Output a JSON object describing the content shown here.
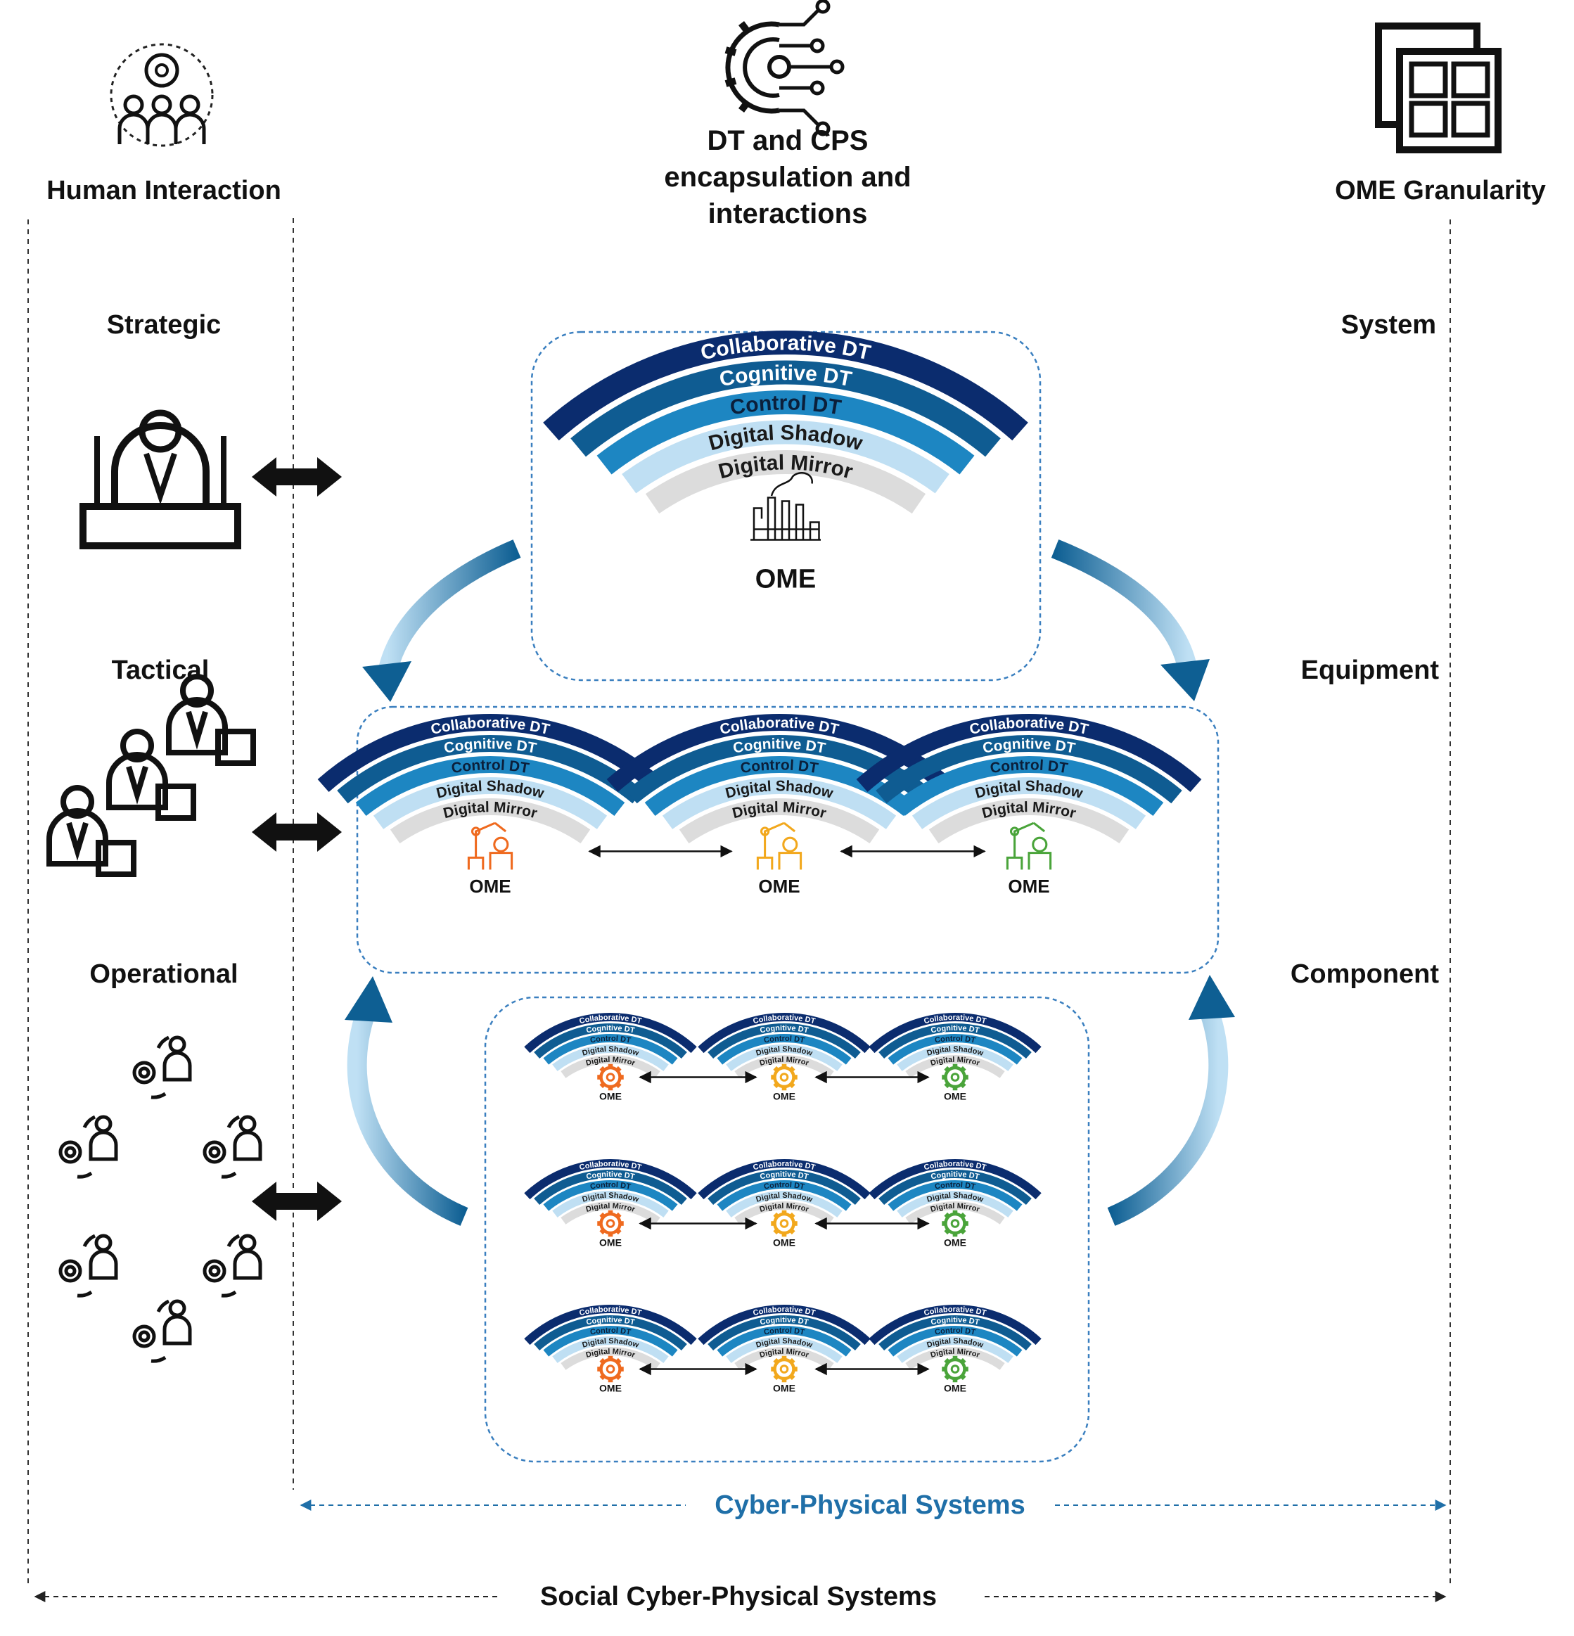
{
  "header": {
    "human_interaction": "Human Interaction",
    "dt_cps": [
      "DT and CPS",
      "encapsulation and",
      "interactions"
    ],
    "ome_granularity": "OME Granularity"
  },
  "levels_left": {
    "strategic": "Strategic",
    "tactical": "Tactical",
    "operational": "Operational"
  },
  "levels_right": {
    "system": "System",
    "equipment": "Equipment",
    "component": "Component"
  },
  "dt_layers": [
    "Collaborative DT",
    "Cognitive DT",
    "Control DT",
    "Digital Shadow",
    "Digital Mirror"
  ],
  "ome_label": "OME",
  "footer": {
    "cps": "Cyber-Physical Systems",
    "scps": "Social Cyber-Physical Systems"
  },
  "colors": {
    "collaborative": "#0b2c6e",
    "cognitive": "#0f5c92",
    "control": "#1d86c2",
    "shadow": "#bfdff3",
    "mirror": "#dcdcdc",
    "dashed_border": "#3a7fbf",
    "cps_text": "#1f6fa8",
    "ome_orange": "#ef6a1f",
    "ome_yellow": "#f2a81d",
    "ome_green": "#4aa43a"
  }
}
